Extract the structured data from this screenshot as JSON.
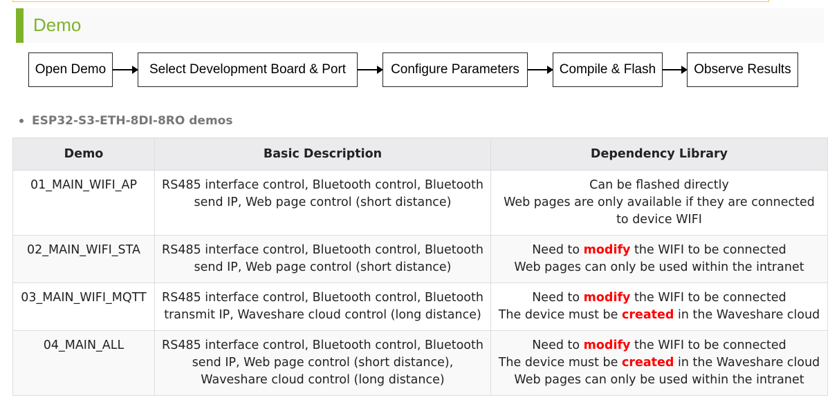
{
  "section_title": "Demo",
  "flow": [
    "Open Demo",
    "Select Development Board & Port",
    "Configure Parameters",
    "Compile & Flash",
    "Observe Results"
  ],
  "list_heading": "ESP32-S3-ETH-8DI-8RO demos",
  "table": {
    "headers": [
      "Demo",
      "Basic Description",
      "Dependency Library"
    ],
    "rows": [
      {
        "demo": "01_MAIN_WIFI_AP",
        "description": "RS485 interface control, Bluetooth control, Bluetooth send IP, Web page control (short distance)",
        "dependency": [
          [
            {
              "t": "Can be flashed directly"
            }
          ],
          [
            {
              "t": "Web pages are only available if they are connected to device WIFI"
            }
          ]
        ]
      },
      {
        "demo": "02_MAIN_WIFI_STA",
        "description": "RS485 interface control, Bluetooth control, Bluetooth send IP, Web page control (short distance)",
        "dependency": [
          [
            {
              "t": "Need to "
            },
            {
              "t": "modify",
              "em": true
            },
            {
              "t": " the WIFI to be connected"
            }
          ],
          [
            {
              "t": "Web pages can only be used within the intranet"
            }
          ]
        ]
      },
      {
        "demo": "03_MAIN_WIFI_MQTT",
        "description": "RS485 interface control, Bluetooth control, Bluetooth transmit IP, Waveshare cloud control (long distance)",
        "dependency": [
          [
            {
              "t": "Need to "
            },
            {
              "t": "modify",
              "em": true
            },
            {
              "t": " the WIFI to be connected"
            }
          ],
          [
            {
              "t": "The device must be "
            },
            {
              "t": "created",
              "em": true
            },
            {
              "t": " in the Waveshare cloud"
            }
          ]
        ]
      },
      {
        "demo": "04_MAIN_ALL",
        "description": "RS485 interface control, Bluetooth control, Bluetooth send IP, Web page control (short distance), Waveshare cloud control (long distance)",
        "dependency": [
          [
            {
              "t": "Need to "
            },
            {
              "t": "modify",
              "em": true
            },
            {
              "t": " the WIFI to be connected"
            }
          ],
          [
            {
              "t": "The device must be "
            },
            {
              "t": "created",
              "em": true
            },
            {
              "t": " in the Waveshare cloud"
            }
          ],
          [
            {
              "t": "Web pages can only be used within the intranet"
            }
          ]
        ]
      }
    ]
  },
  "colors": {
    "accent": "#7db32a",
    "emphasis": "#ff0000"
  }
}
